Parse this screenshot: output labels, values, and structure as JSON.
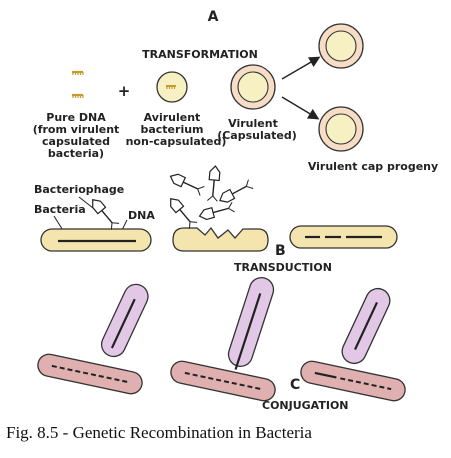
{
  "panels": {
    "a": {
      "letter": "A",
      "title": "TRANSFORMATION",
      "plus": "+",
      "pure_dna": [
        "Pure DNA",
        "(from virulent",
        "capsulated",
        "bacteria)"
      ],
      "avirulent": [
        "Avirulent",
        "bacterium",
        "non-capsulated)"
      ],
      "virulent": [
        "Virulent",
        "(Capsulated)"
      ],
      "progeny": "Virulent cap progeny"
    },
    "b": {
      "letter": "B",
      "title": "TRANSDUCTION",
      "bacteriophage": "Bacteriophage",
      "bacteria": "Bacteria",
      "dna": "DNA"
    },
    "c": {
      "letter": "C",
      "title": "CONJUGATION"
    }
  },
  "caption": "Fig. 8.5 - Genetic Recombination in Bacteria",
  "colors": {
    "capsule_fill": "#f7dcc6",
    "cell_fill": "#f6f0c2",
    "rod_fill": "#f4e4ad",
    "pink_rod": "#e0b0b0",
    "purple_rod": "#e2c8e6",
    "dna_gold": "#c59a2c",
    "ink": "#222222"
  },
  "icons": [
    "dna-fragment-icon",
    "bacteriophage-icon",
    "arrow-icon"
  ]
}
